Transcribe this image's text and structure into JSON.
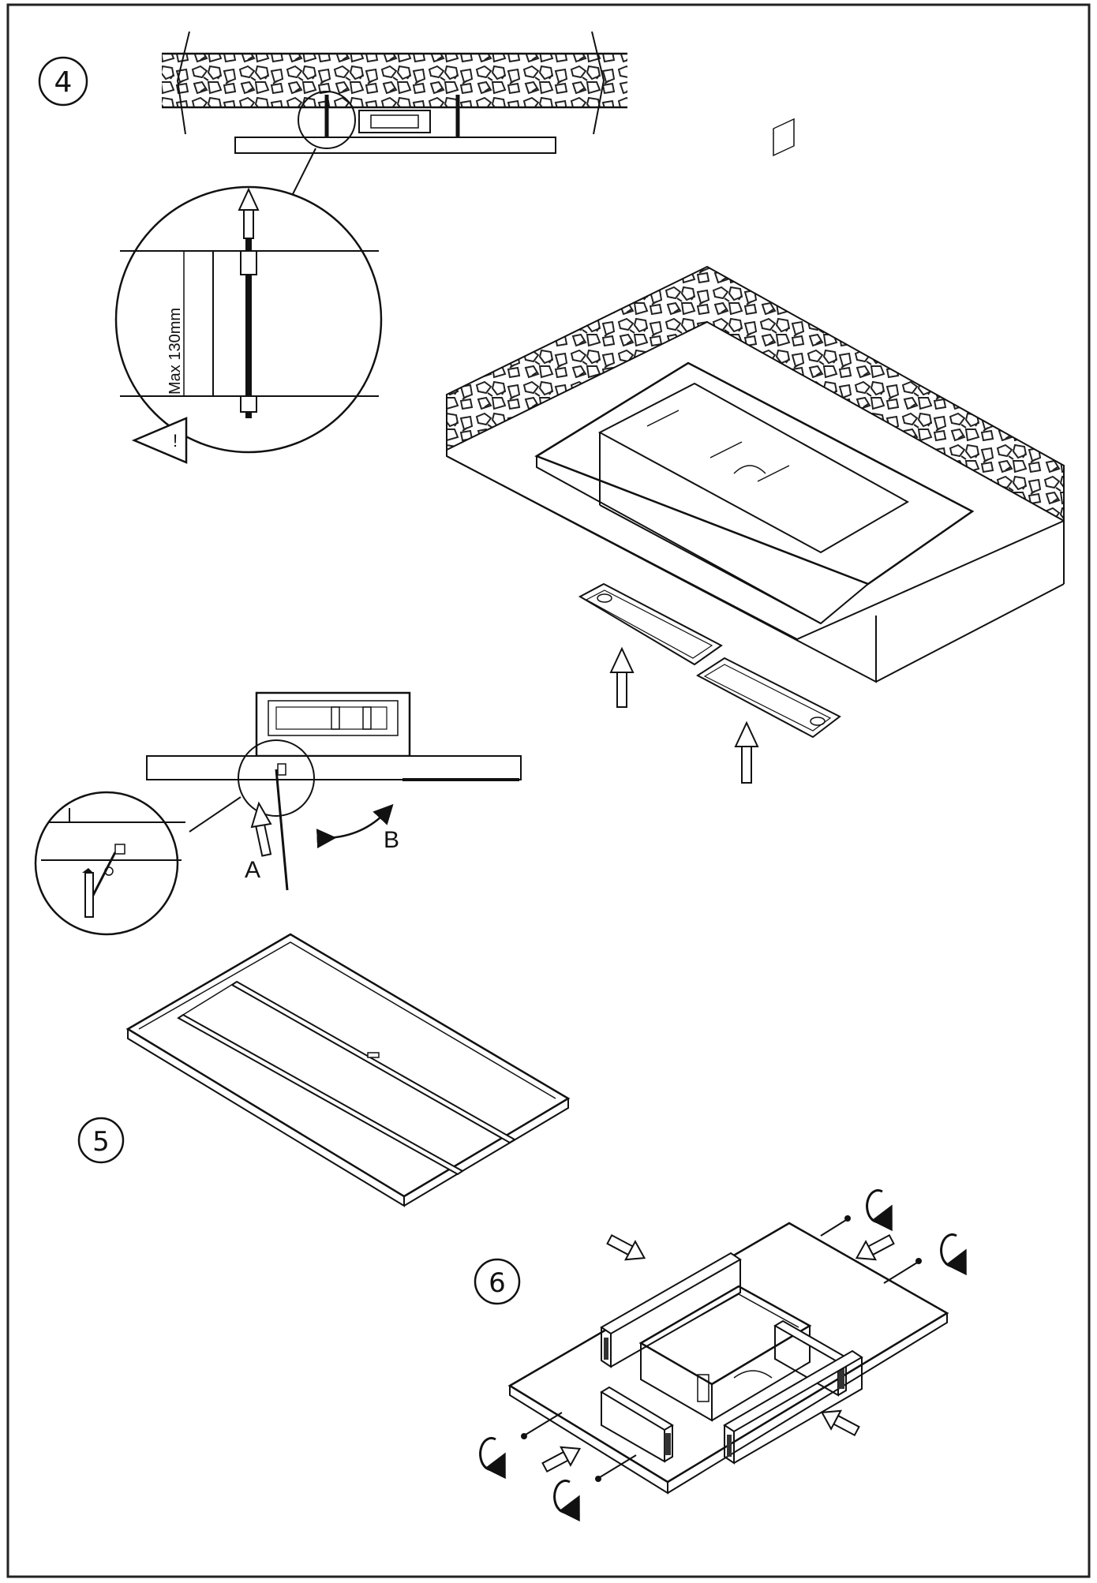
{
  "steps": {
    "step4": "4",
    "step5": "5",
    "step6": "6"
  },
  "labels": {
    "max_dimension": "Max 130mm",
    "callout_a": "A",
    "callout_b": "B",
    "warning_mark": "!"
  },
  "colors": {
    "line": "#111111",
    "fill": "#ffffff",
    "rubble": "#222222"
  },
  "icons": [
    "warning-triangle-icon",
    "up-arrow-icon",
    "rotate-arrow-icon",
    "screw-icon",
    "push-arrow-icon"
  ]
}
